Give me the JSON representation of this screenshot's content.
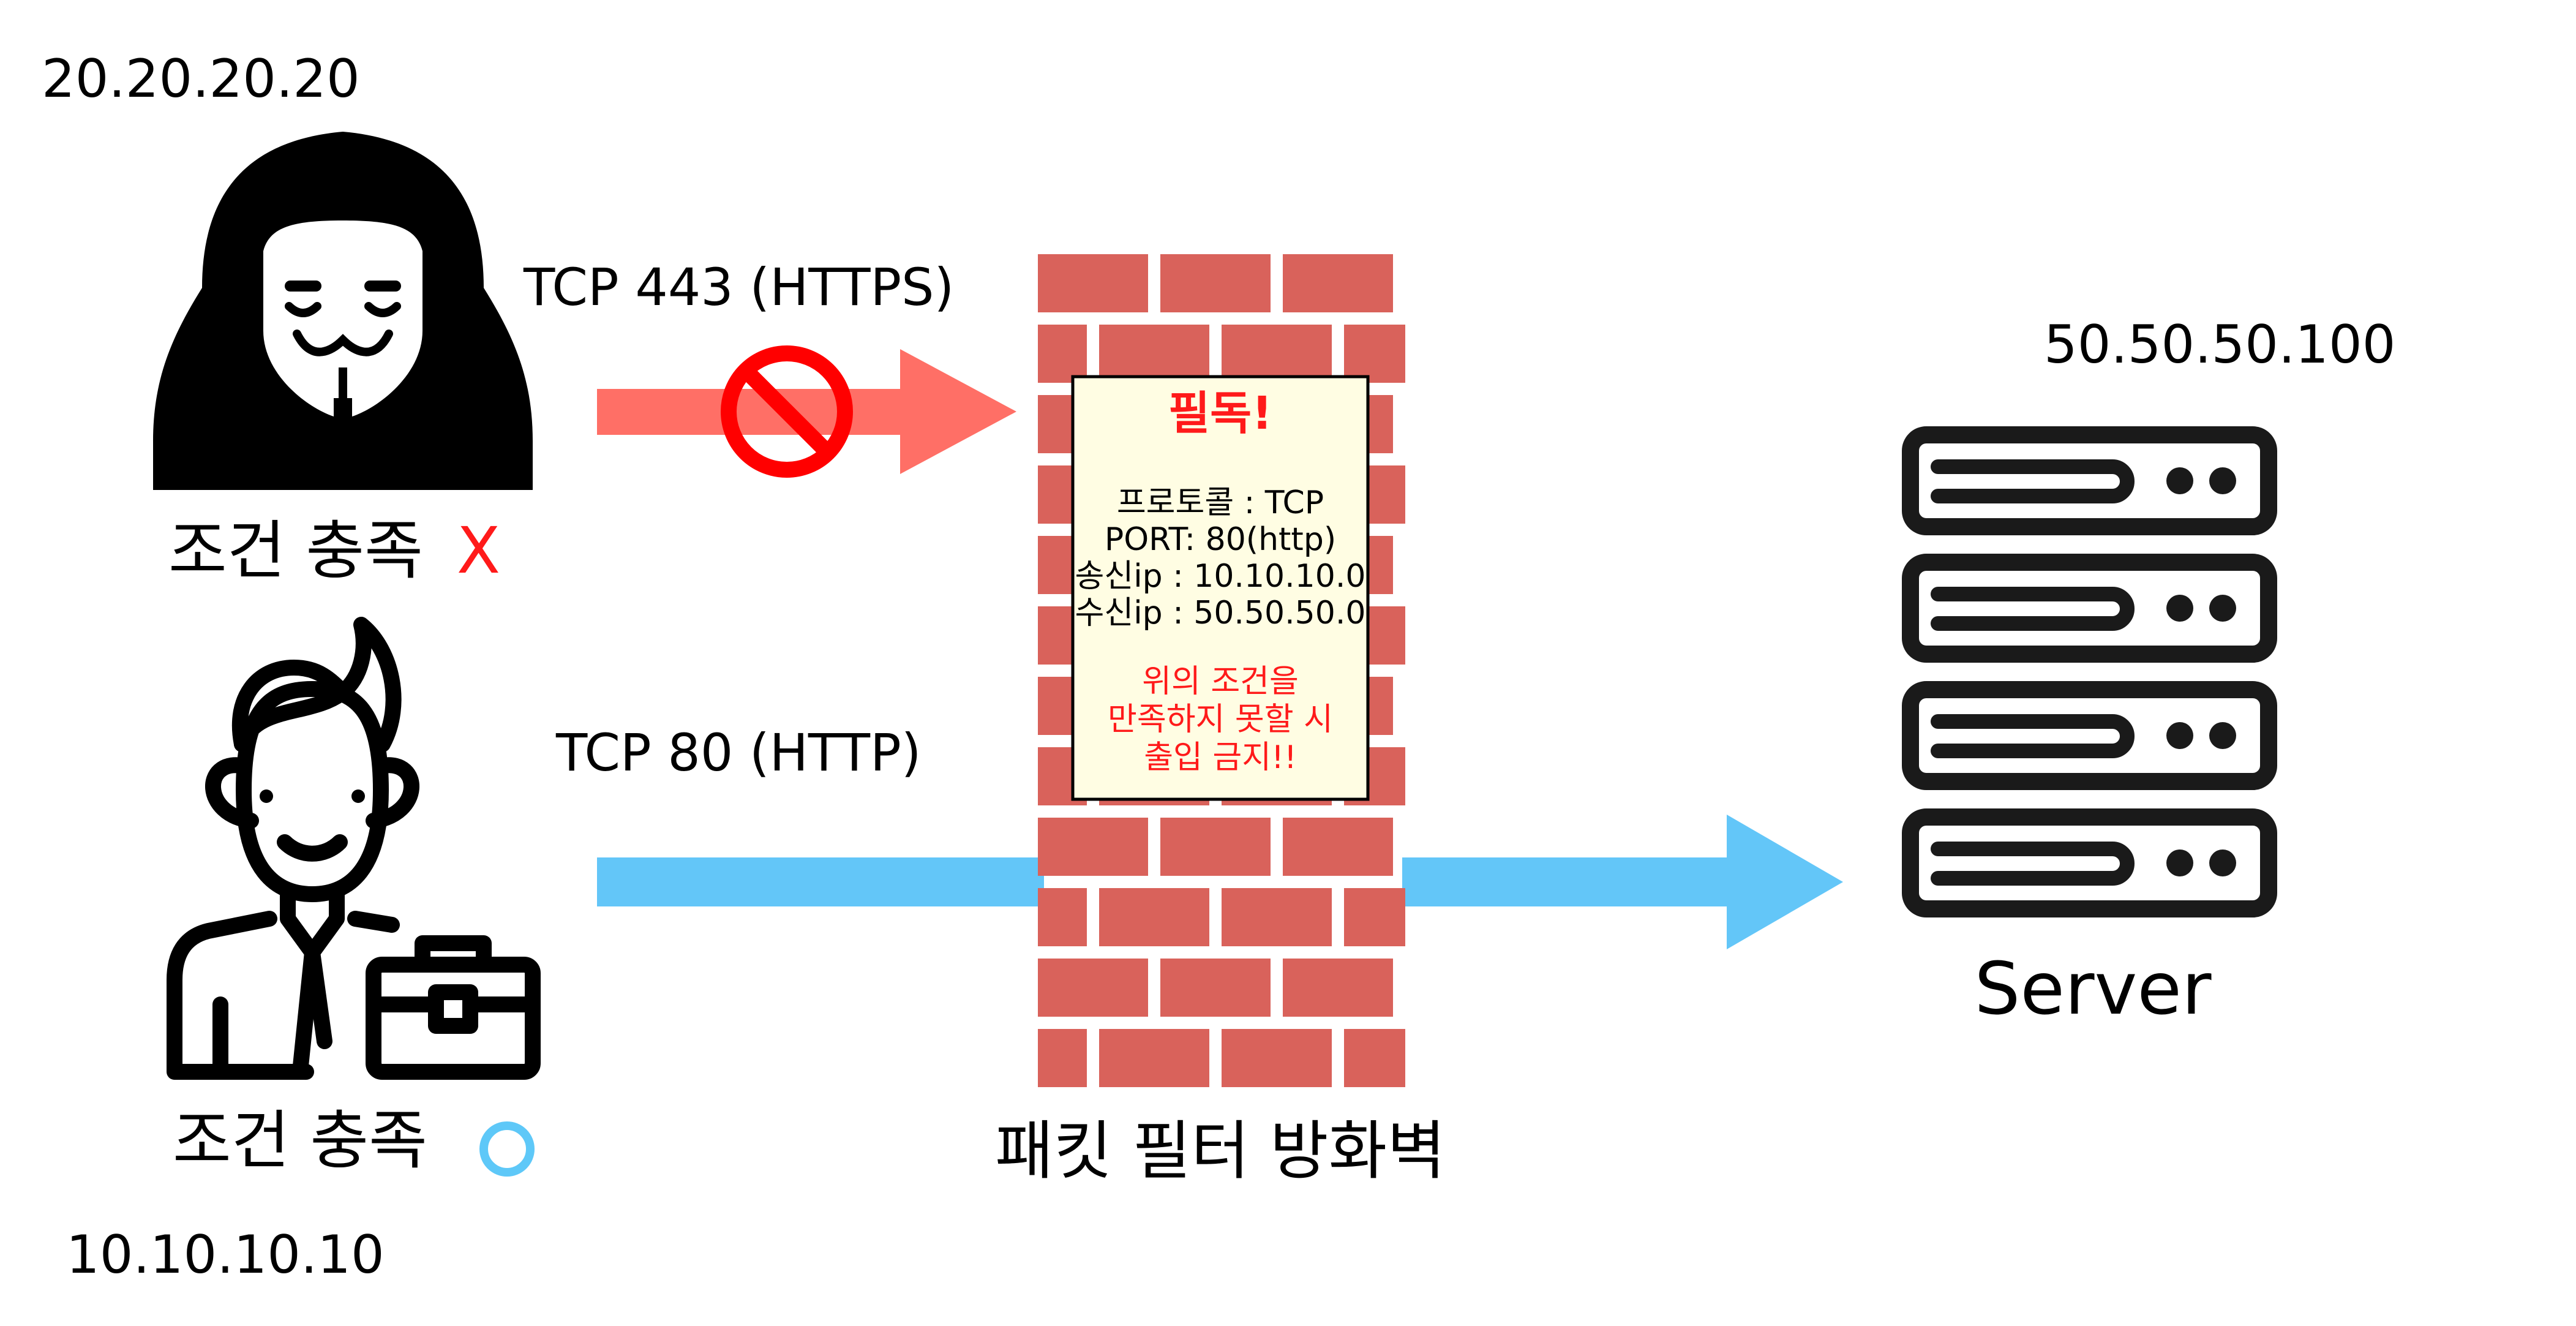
{
  "attacker": {
    "ip": "20.20.20.20",
    "condition_label": "조건 충족",
    "condition_mark": "X",
    "condition_mark_color": "#ff1a1a"
  },
  "user": {
    "ip": "10.10.10.10",
    "condition_label": "조건 충족",
    "condition_mark_color": "#5ec8f8"
  },
  "blocked_flow": {
    "label": "TCP 443 (HTTPS)",
    "arrow_color": "#ff6f66",
    "icon": "prohibited-icon",
    "icon_color": "#ff0000"
  },
  "allowed_flow": {
    "label": "TCP 80 (HTTP)",
    "arrow_color": "#63c6f8"
  },
  "firewall": {
    "caption": "패킷 필터 방화벽",
    "brick_color": "#d9625b",
    "notice": {
      "title": "필독!",
      "rules": [
        "프로토콜 : TCP",
        "PORT: 80(http)",
        "송신ip : 10.10.10.0",
        "수신ip : 50.50.50.0"
      ],
      "warning": [
        "위의 조건을",
        "만족하지 못할 시",
        "출입 금지!!"
      ],
      "background": "#fffde3"
    }
  },
  "server": {
    "ip": "50.50.50.100",
    "label": "Server",
    "icon": "server-rack-icon"
  }
}
